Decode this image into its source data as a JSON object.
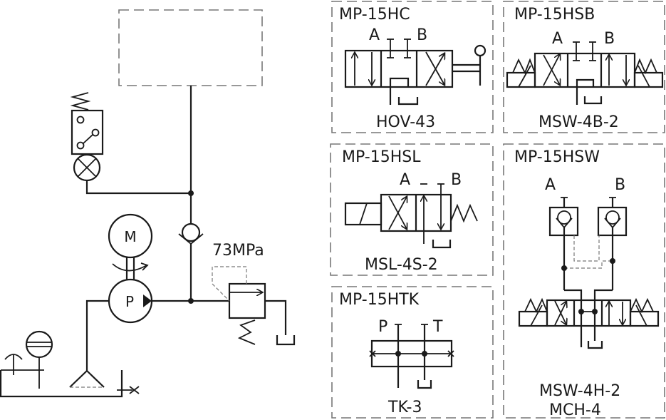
{
  "diagram": {
    "title": "Hydraulic circuit schematic with valve option panels",
    "main_circuit": {
      "motor_label": "M",
      "pump_label": "P",
      "relief_valve_setting": "73MPa",
      "components": [
        "actuator-placeholder",
        "pressure-switch",
        "indicator-lamp",
        "check-valve",
        "motor",
        "pump",
        "relief-valve",
        "tank",
        "suction-filter",
        "air-breather",
        "level-gauge",
        "drain-valve"
      ]
    },
    "panels": [
      {
        "id": "hc",
        "title": "MP-15HC",
        "ports": [
          "A",
          "B"
        ],
        "model": "HOV-43"
      },
      {
        "id": "hsb",
        "title": "MP-15HSB",
        "ports": [
          "A",
          "B"
        ],
        "model": "MSW-4B-2"
      },
      {
        "id": "hsl",
        "title": "MP-15HSL",
        "ports": [
          "A",
          "B"
        ],
        "model": "MSL-4S-2"
      },
      {
        "id": "hsw",
        "title": "MP-15HSW",
        "ports": [
          "A",
          "B"
        ],
        "model": "MSW-4H-2",
        "model2": "MCH-4"
      },
      {
        "id": "htk",
        "title": "MP-15HTK",
        "ports": [
          "P",
          "T"
        ],
        "model": "TK-3"
      }
    ]
  }
}
